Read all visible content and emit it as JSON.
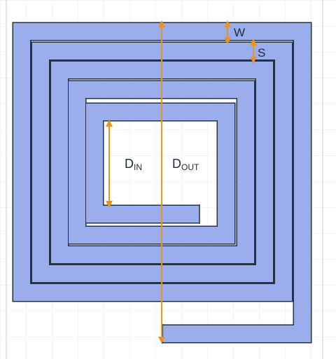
{
  "colors": {
    "background": "#ffffff",
    "grid": "#e7e9ec",
    "panel_edge": "#d9dde2",
    "trace": "#9aaeee",
    "trace_outline": "#253040",
    "dimension_arrow": "#e8951f",
    "label_text": "#1f2a3a"
  },
  "labels": {
    "width": "W",
    "spacing": "S",
    "d_in_main": "D",
    "d_in_sub": "IN",
    "d_out_main": "D",
    "d_out_sub": "OUT"
  }
}
